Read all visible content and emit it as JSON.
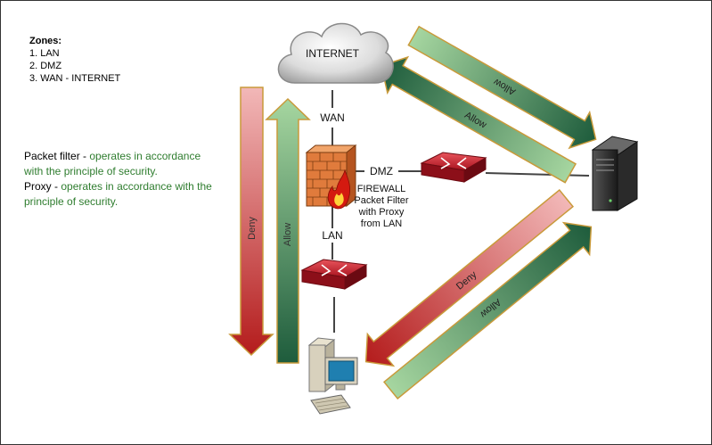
{
  "zones": {
    "title": "Zones:",
    "items": [
      "1. LAN",
      "2. DMZ",
      "3. WAN - INTERNET"
    ]
  },
  "description": {
    "packet_filter_term": "Packet filter -",
    "packet_filter_text": "operates in accordance with the principle of security.",
    "proxy_term": "Proxy -",
    "proxy_text": "operates in accordance with the principle of security."
  },
  "nodes": {
    "internet": "INTERNET",
    "wan": "WAN",
    "dmz": "DMZ",
    "lan": "LAN",
    "firewall_lines": [
      "FIREWALL",
      "Packet Filter",
      "with Proxy",
      "from LAN"
    ]
  },
  "arrows": {
    "deny": "Deny",
    "allow": "Allow"
  },
  "colors": {
    "allow_light": "#a6d6a0",
    "allow_dark": "#1e5c3c",
    "deny_light": "#f2b8b8",
    "deny_dark": "#b41c1c",
    "arrow_outline": "#c99a3a",
    "router": "#b81f2a",
    "line": "#444444"
  }
}
